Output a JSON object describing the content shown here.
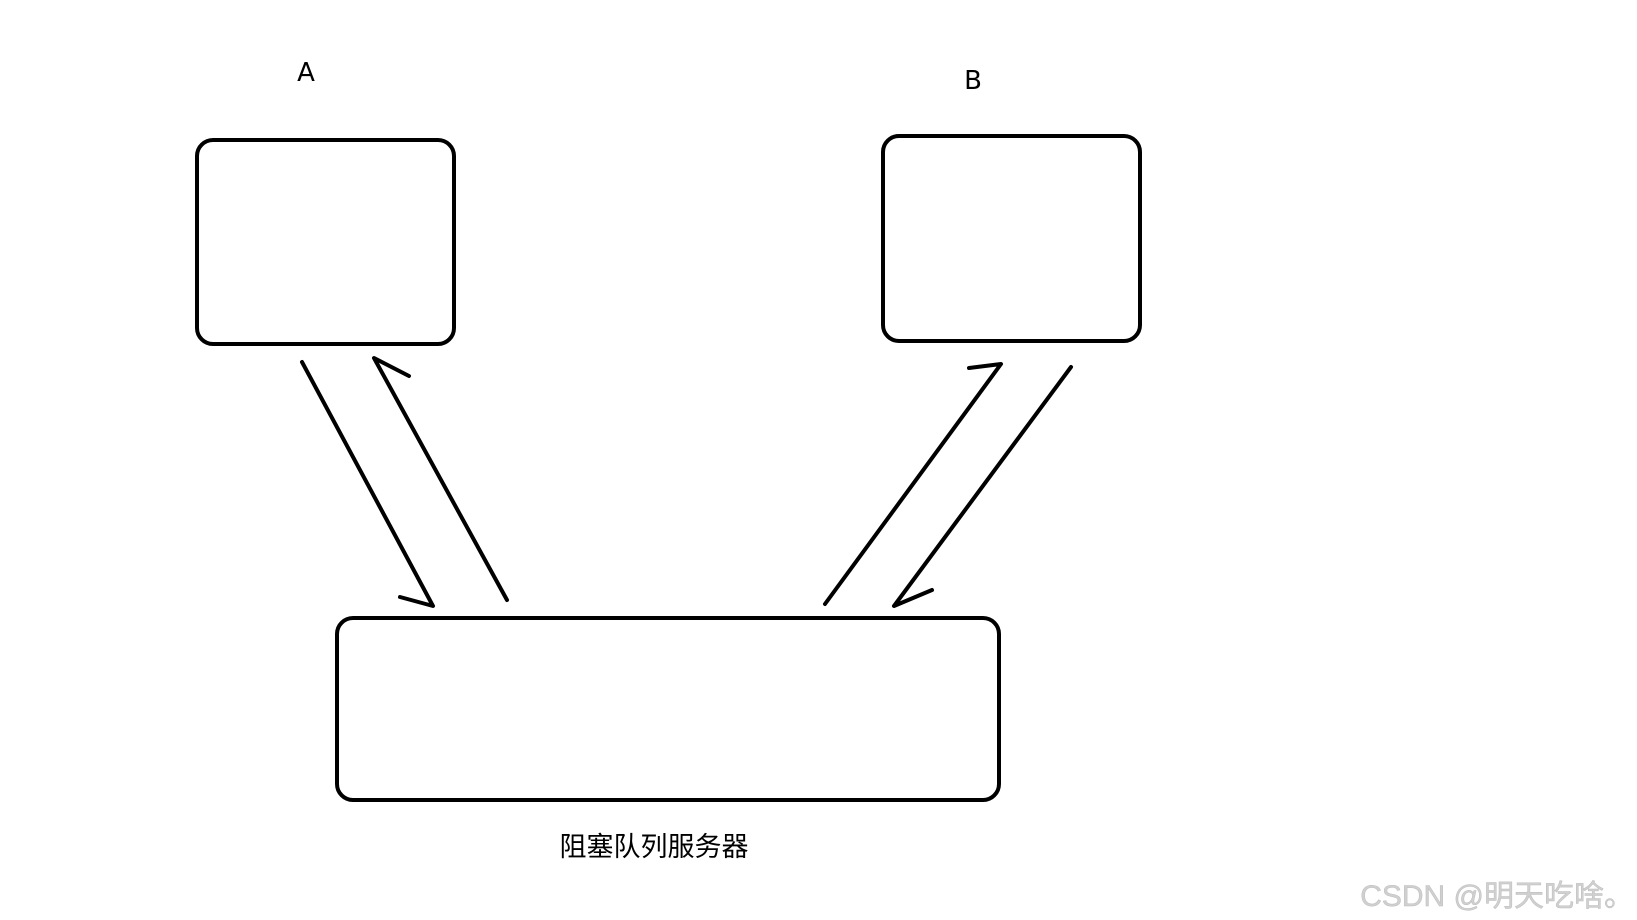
{
  "diagram": {
    "nodes": [
      {
        "id": "A",
        "label": "A"
      },
      {
        "id": "B",
        "label": "B"
      },
      {
        "id": "server",
        "label": "阻塞队列服务器"
      }
    ],
    "edges": [
      {
        "from": "A",
        "to": "server"
      },
      {
        "from": "server",
        "to": "A"
      },
      {
        "from": "server",
        "to": "B"
      },
      {
        "from": "B",
        "to": "server"
      }
    ],
    "stroke_color": "#000000"
  },
  "watermark": "CSDN @明天吃啥。"
}
